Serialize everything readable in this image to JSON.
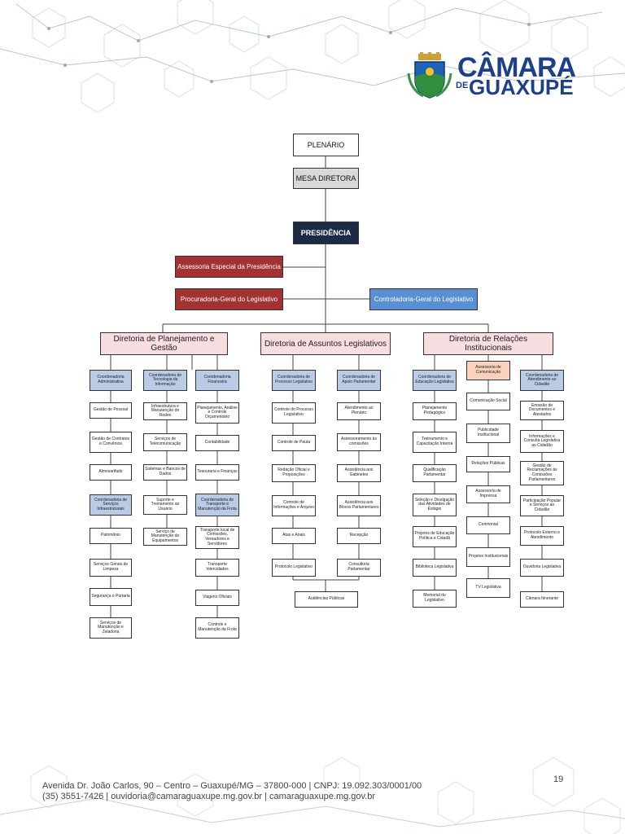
{
  "logo": {
    "line1": "CÂMARA",
    "de": "DE",
    "line2": "GUAXUPÉ"
  },
  "org": {
    "plenario": "PLENÁRIO",
    "mesa": "MESA DIRETORA",
    "presidencia": "PRESIDÊNCIA",
    "assessoria_especial": "Assessoria Especial da Presidência",
    "procuradoria": "Procuradoria-Geral do Legislativo",
    "controladoria": "Controladoria-Geral do Legislativo",
    "dir_planejamento": "Diretoria de Planejamento e Gestão",
    "dir_assuntos": "Diretoria de Assuntos Legislativos",
    "dir_relacoes": "Diretoria de Relações Institucionais",
    "coord_admin": "Coordenadoria Administrativa",
    "coord_admin_items": [
      "Gestão de Pessoal",
      "Gestão de Contratos e Convênios",
      "Almoxarifado"
    ],
    "coord_servicos": "Coordenadoria de Serviços Infraestruturais",
    "coord_servicos_items": [
      "Patrimônio",
      "Serviços Gerais de Limpeza",
      "Segurança e Portaria",
      "Serviços de Manutenção e Zeladoria"
    ],
    "coord_ti": "Coordenadoria de Tecnologia da Informação",
    "coord_ti_items": [
      "Infraestrutura e Manutenção de Redes",
      "Serviços de Telecomunicação",
      "Sistemas e Bancos de Dados",
      "Suporte e Treinamento ao Usuário",
      "Serviço de Manutenção de Equipamentos"
    ],
    "coord_fin": "Coordenadoria Financeira",
    "coord_fin_items": [
      "Planejamento, Análise e Controle Orçamentário",
      "Contabilidade",
      "Tesouraria e Finanças"
    ],
    "coord_transp": "Coordenadoria de Transporte e Manutenção da Frota",
    "coord_transp_items": [
      "Transporte local de Comissões, Vereadores e Servidores",
      "Transporte Intercidades",
      "Viagens Oficiais",
      "Controle e Manutenção da Frota"
    ],
    "coord_proc": "Coordenadoria de Processo Legislativo",
    "coord_proc_items": [
      "Controle do Processo Legislativo",
      "Controle de Pauta",
      "Redação Oficial e Proposições",
      "Controle de Informações e Arquivo",
      "Atas e Anais",
      "Protocolo Legislativo"
    ],
    "coord_apoio": "Coordenadoria de Apoio Parlamentar",
    "coord_apoio_items": [
      "Atendimento ao Plenário",
      "Assessoramento às comissões",
      "Assistência aos Gabinetes",
      "Assistência aos Blocos Parlamentares",
      "Recepção",
      "Consultoria Parlamentar"
    ],
    "audiencias": "Audiências Públicas",
    "coord_edu": "Coordenadoria de Educação Legislativa",
    "coord_edu_items": [
      "Planejamento Pedagógico",
      "Treinamento e Capacitação Interna",
      "Qualificação Parlamentar",
      "Seleção e Divulgação das Atividades de Estágio",
      "Projetos de Educação Política e Cidadã",
      "Biblioteca Legislativa",
      "Memorial do Legislativo"
    ],
    "assess_com": "Assessoria de Comunicação",
    "assess_com_items": [
      "Comunicação Social",
      "Publicidade Institucional",
      "Relações Públicas",
      "Assessoria de Imprensa",
      "Cerimonial",
      "Projetos Institucionais",
      "TV Legislativa"
    ],
    "coord_atend": "Coordenadoria de Atendimento ao Cidadão",
    "coord_atend_items": [
      "Emissão de Documentos e Atestados",
      "Informações e Consulta Legislativa ao Cidadão",
      "Gestão de Reclamações às Comissões Parlamentares",
      "Participação Popular e Serviços ao Cidadão",
      "Protocolo Externo e Atendimento",
      "Ouvidoria Legislativa",
      "Câmara Itinerante"
    ]
  },
  "footer": {
    "line1": "Avenida Dr. João Carlos, 90 – Centro – Guaxupé/MG – 37800-000 | CNPJ: 19.092.303/0001/00",
    "line2": "(35) 3551-7426 | ouvidoria@camaraguaxupe.mg.gov.br | camaraguaxupe.mg.gov.br"
  },
  "page_number": "19",
  "colors": {
    "navy": "#1c2b45",
    "red": "#a33232",
    "blue": "#5b8fd4",
    "pink": "#f8dde1",
    "coord": "#b9cbe6",
    "peach": "#fbd0bd",
    "logo": "#1e3f8a"
  }
}
